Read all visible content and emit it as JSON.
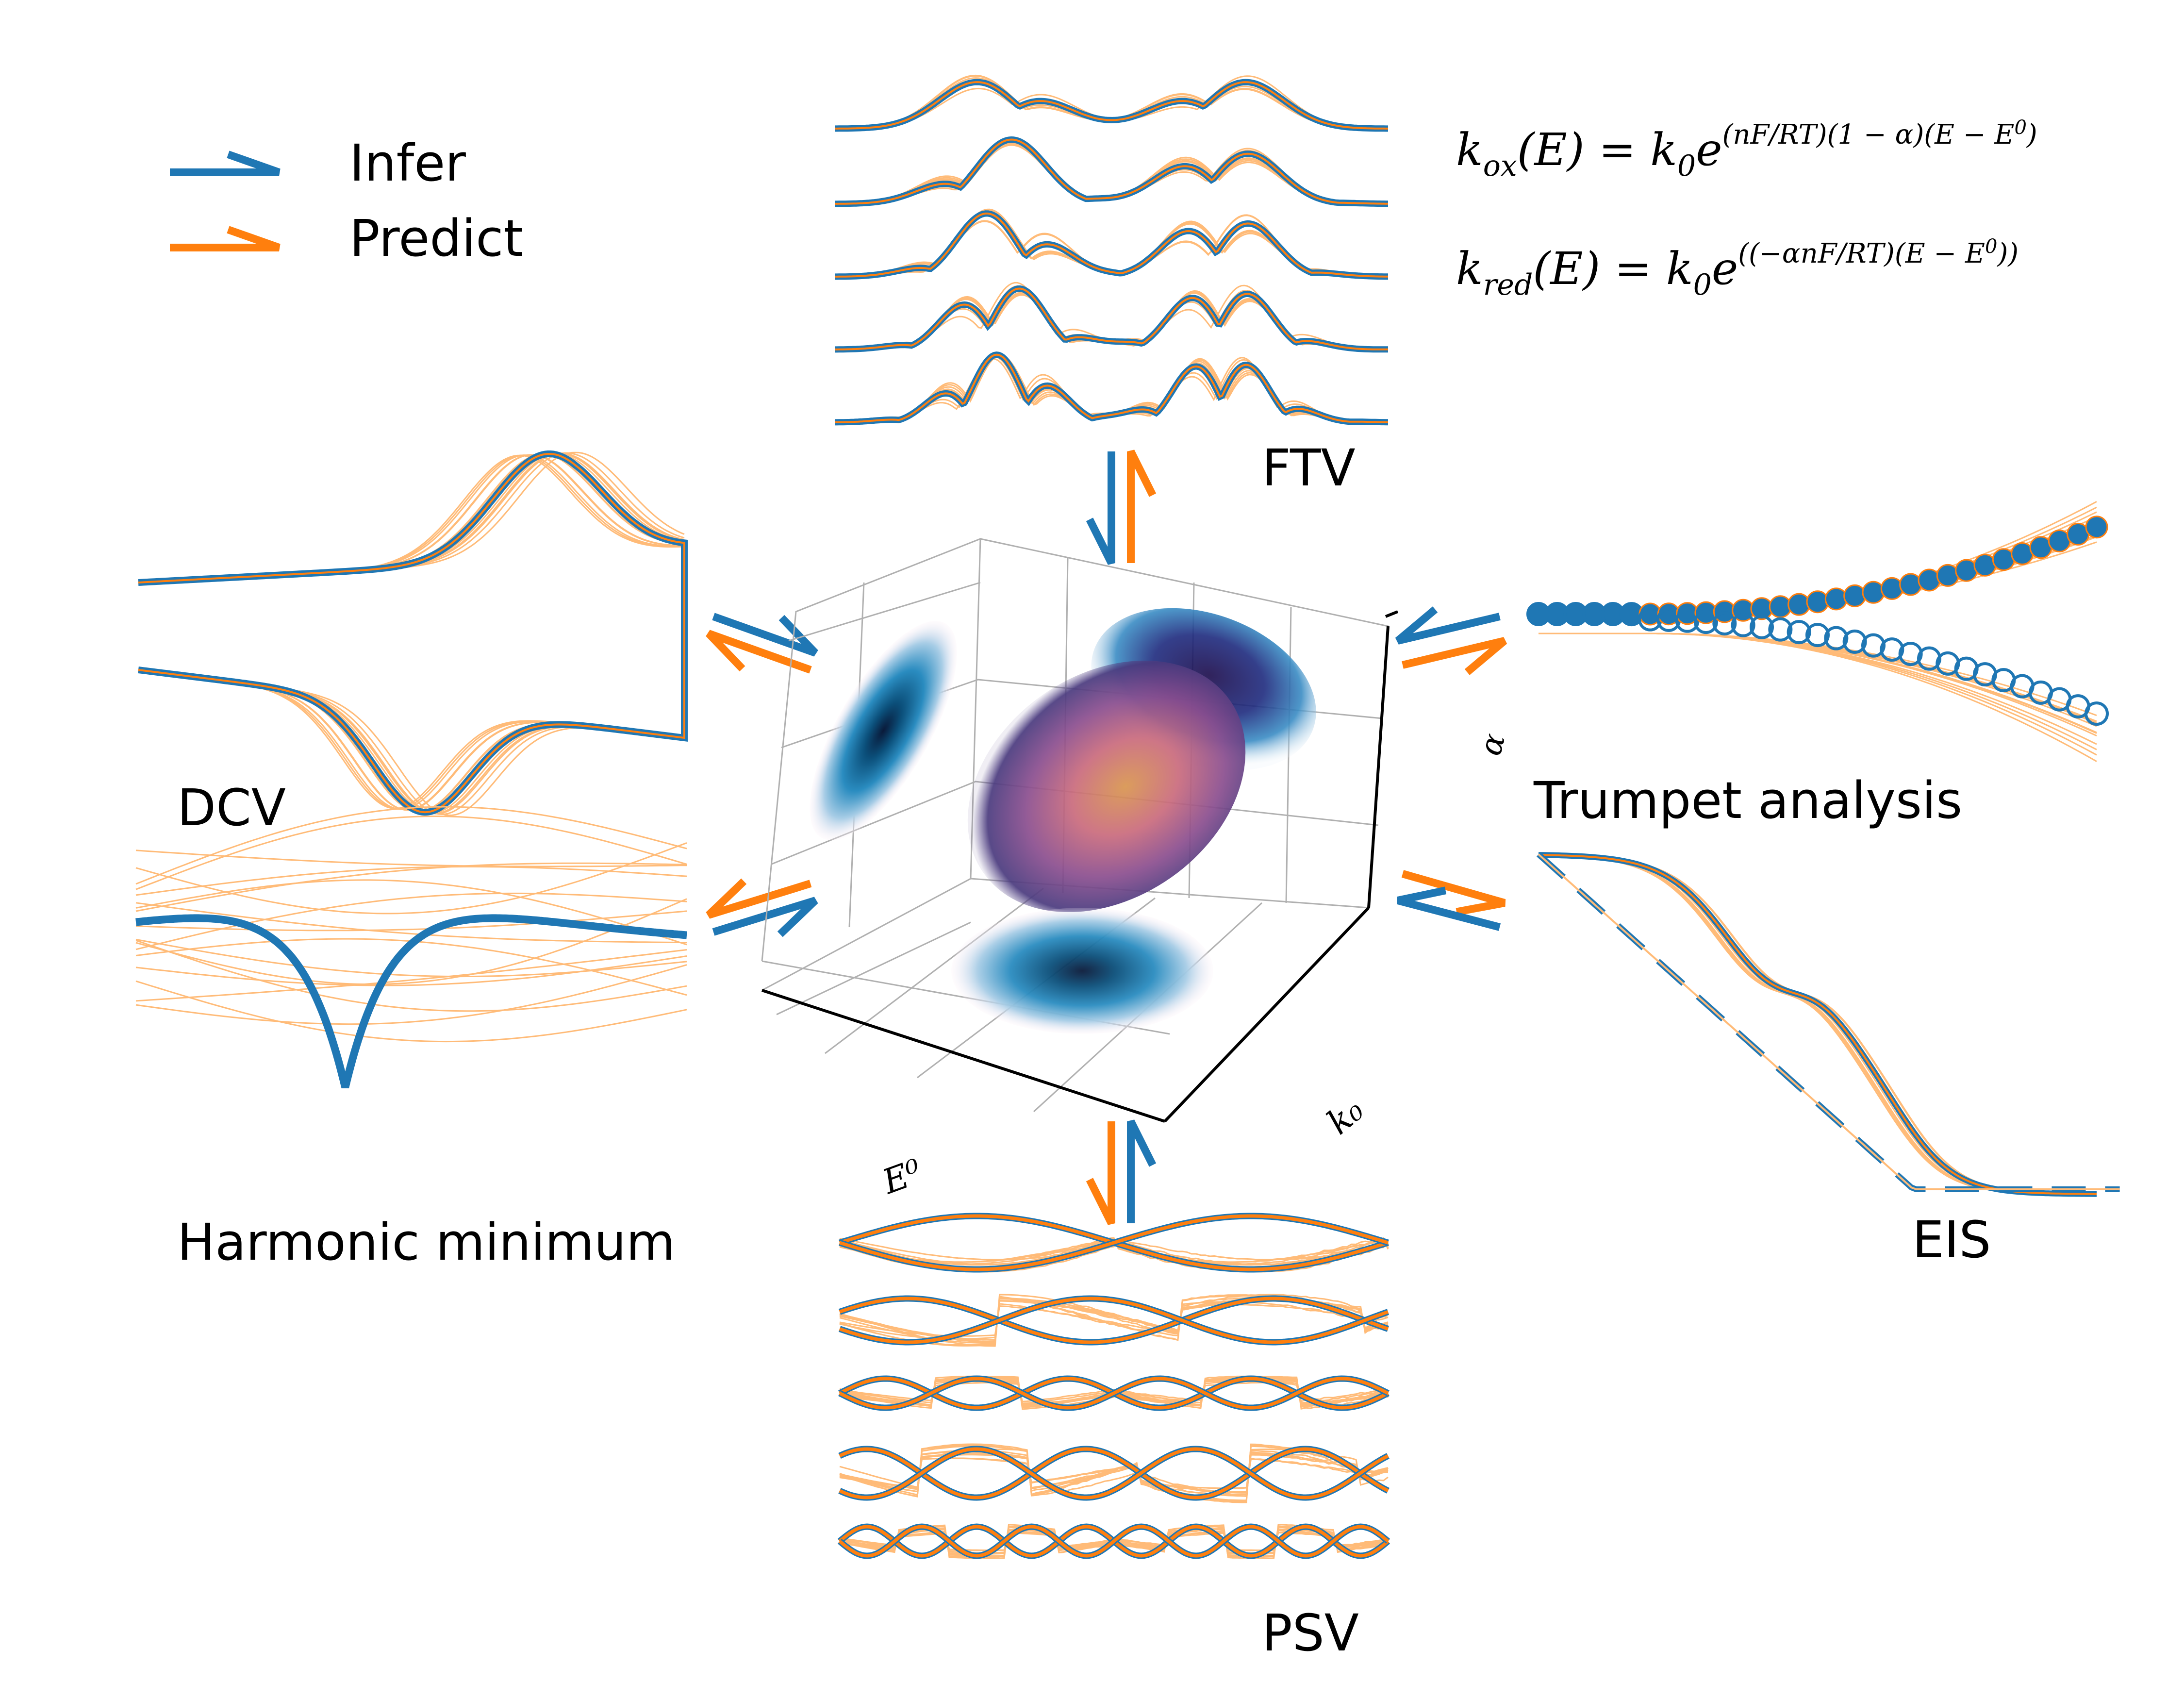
{
  "legend": {
    "items": [
      {
        "label": "Infer",
        "color": "#1f77b4"
      },
      {
        "label": "Predict",
        "color": "#ff7f0e"
      }
    ]
  },
  "equations": {
    "k_ox": "k_ox(E) = k_0 e^{(nF/RT)(1-α)(E-E^0)}",
    "k_red": "k_red(E) = k_0 e^{(-αnF/RT)(E-E^0)}"
  },
  "panels": {
    "ftv": "FTV",
    "dcv": "DCV",
    "trumpet": "Trumpet analysis",
    "harmonic": "Harmonic minimum",
    "eis": "EIS",
    "psv": "PSV"
  },
  "axes3d": {
    "alpha": "α",
    "k0": "k₀",
    "e0": "E⁰"
  },
  "colors": {
    "infer": "#1f77b4",
    "predict": "#ff7f0e",
    "ghost": "#ffbb78"
  }
}
